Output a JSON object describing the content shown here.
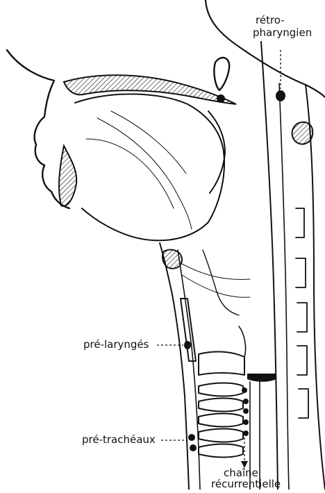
{
  "figure": {
    "labels": {
      "retro_line1": "rétro-",
      "retro_line2": "pharyngien",
      "pre_larynges": "pré-laryngés",
      "pre_tracheaux": "pré-trachéaux",
      "chaine_line1": "chaîne",
      "chaine_line2": "récurrentielle"
    },
    "colors": {
      "ink": "#111111",
      "background": "#ffffff"
    }
  }
}
